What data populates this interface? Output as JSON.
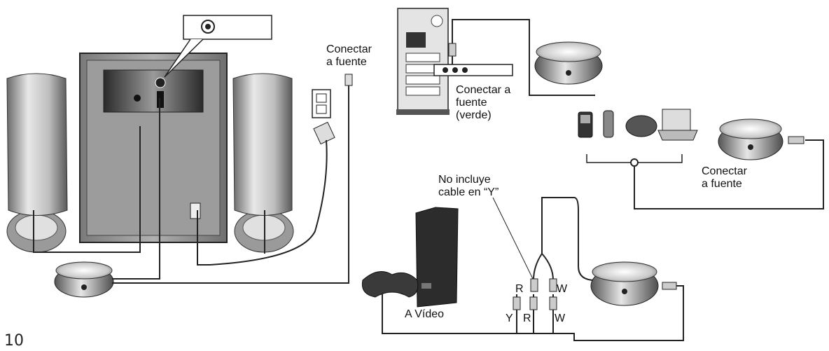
{
  "labels": {
    "connect_source_top_1": "Conectar",
    "connect_source_top_2": "a fuente",
    "connect_source_pc_1": "Conectar a",
    "connect_source_pc_2": "fuente",
    "connect_source_pc_3": "(verde)",
    "connect_source_mp3_1": "Conectar",
    "connect_source_mp3_2": "a fuente",
    "no_y_cable_1": "No incluye",
    "no_y_cable_2": "cable en “Y”",
    "a_video": "A Vídeo",
    "plug_r_top": "R",
    "plug_w_top": "W",
    "plug_y_bottom": "Y",
    "plug_r_bottom": "R",
    "plug_w_bottom": "W"
  },
  "page_number": "10",
  "colors": {
    "line": "#222222",
    "background": "#ffffff"
  }
}
